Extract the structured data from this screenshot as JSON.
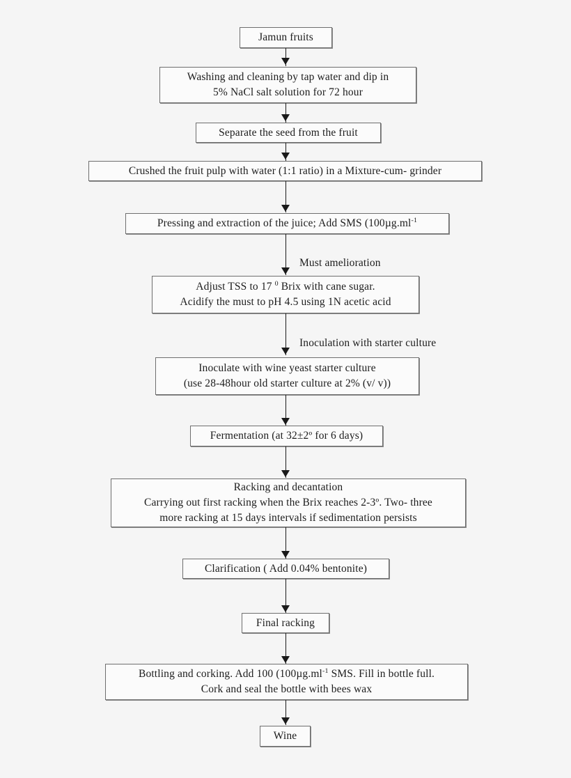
{
  "diagram": {
    "title": "Jamun wine production process flowchart",
    "background_color": "#f5f5f5",
    "box_fill_color": "#fbfbfb",
    "box_border_color": "#6e6e6e",
    "connector_color": "#1a1a1a"
  },
  "nodes": [
    {
      "id": "jamun-fruits",
      "name": "jamun-fruits",
      "lines": [
        "Jamun fruits"
      ]
    },
    {
      "id": "washing-cleaning",
      "name": "washing-and-cleaning",
      "lines": [
        "Washing and cleaning by tap water and dip in",
        "5% NaCl salt solution for 72 hour"
      ]
    },
    {
      "id": "separate-seed",
      "name": "separate-seed-from-fruit",
      "lines": [
        "Separate the seed from the fruit"
      ]
    },
    {
      "id": "crushed-pulp",
      "name": "crush-fruit-pulp",
      "lines": [
        "Crushed the fruit pulp with water (1:1 ratio) in a Mixture-cum- grinder"
      ]
    },
    {
      "id": "pressing-extraction",
      "name": "pressing-and-extraction",
      "lines_html": [
        "Pressing and extraction of the juice; Add SMS (100µg.ml<sup class=\"sup\">-1</sup>"
      ]
    },
    {
      "id": "adjust-tss",
      "name": "adjust-tss-and-acidify",
      "lines_html": [
        "Adjust TSS to 17 <sup class=\"sup\">0</sup> Brix with cane sugar.",
        "Acidify the must to pH 4.5 using 1N acetic acid"
      ]
    },
    {
      "id": "inoculate",
      "name": "inoculate-with-starter-culture",
      "lines": [
        "Inoculate with wine yeast starter culture",
        "(use 28-48hour old starter culture at 2% (v/ v))"
      ]
    },
    {
      "id": "fermentation",
      "name": "fermentation",
      "lines": [
        "Fermentation (at 32±2º for 6 days)"
      ]
    },
    {
      "id": "racking-decantation",
      "name": "racking-and-decantation",
      "lines": [
        "Racking and decantation",
        "Carrying out first racking when the Brix reaches 2-3º. Two- three",
        "more racking at 15 days intervals if sedimentation persists"
      ]
    },
    {
      "id": "clarification",
      "name": "clarification",
      "lines": [
        "Clarification ( Add 0.04% bentonite)"
      ]
    },
    {
      "id": "final-racking",
      "name": "final-racking",
      "lines": [
        "Final racking"
      ]
    },
    {
      "id": "bottling-corking",
      "name": "bottling-and-corking",
      "lines_html": [
        "Bottling and corking. Add 100 (100µg.ml<sup class=\"sup\">-1</sup>  SMS. Fill in bottle full.",
        "Cork and seal the bottle with bees wax"
      ]
    },
    {
      "id": "wine",
      "name": "wine",
      "lines": [
        "Wine"
      ]
    }
  ],
  "edge_labels": [
    {
      "id": "must-amelioration",
      "name": "edge-label-must-amelioration",
      "text": "Must amelioration"
    },
    {
      "id": "inoculation-starter",
      "name": "edge-label-inoculation",
      "text": "Inoculation with starter culture"
    }
  ]
}
